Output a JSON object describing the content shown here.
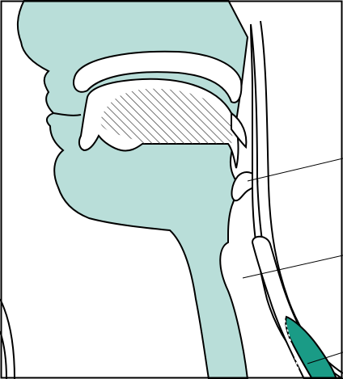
{
  "diagram": {
    "labels": [],
    "colors": {
      "tissue_fill": "#b9ded9",
      "cavity_fill": "#ffffff",
      "outline": "#000000",
      "hatch": "#3a3a3a",
      "highlight_fill": "#1a9b86",
      "frame": "#000000"
    },
    "parts": [
      "head-profile",
      "hard-palate",
      "soft-palate",
      "tongue-hatched-area",
      "epiglottis",
      "airway-tube",
      "inner-tube",
      "highlighted-structure",
      "leader-lines"
    ]
  }
}
